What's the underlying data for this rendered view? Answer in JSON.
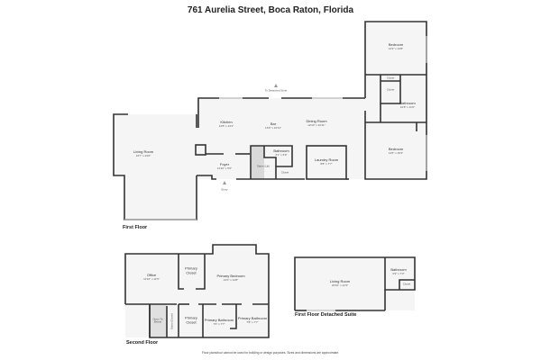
{
  "title": "761 Aurelia Street, Boca Raton, Florida",
  "first_floor": {
    "label": "First Floor",
    "rooms": [
      {
        "name": "Living Room",
        "dims": "16'7\" x 24'0\""
      },
      {
        "name": "Kitchen",
        "dims": "12'8\" x 13'1\""
      },
      {
        "name": "Bar",
        "dims": "16'6\" x 10'11\""
      },
      {
        "name": "Dining Room",
        "dims": "12'10\" x 16'11\""
      },
      {
        "name": "Foyer",
        "dims": "11'10\" x 5'6\""
      },
      {
        "name": "Bathroom",
        "dims": "6'1\" x 6'9\""
      },
      {
        "name": "Stairs (Up)",
        "dims": ""
      },
      {
        "name": "Closet",
        "dims": ""
      },
      {
        "name": "Laundry Room",
        "dims": "8'8\" x 7'7\""
      },
      {
        "name": "Bedroom",
        "dims": "14'3\" x 14'8\""
      },
      {
        "name": "Closet",
        "dims": ""
      },
      {
        "name": "Closet",
        "dims": ""
      },
      {
        "name": "Bathroom",
        "dims": "10'8\" x 11'0\""
      },
      {
        "name": "Bedroom",
        "dims": "14'5\" x 15'3\""
      }
    ],
    "entry": "Entry",
    "to_suite": "To Detached Suite"
  },
  "second_floor": {
    "label": "Second Floor",
    "rooms": [
      {
        "name": "Office",
        "dims": "11'10\" x 11'5\""
      },
      {
        "name": "Primary Closet",
        "dims": ""
      },
      {
        "name": "Primary Bedroom",
        "dims": "21'0\" x 14'8\""
      },
      {
        "name": "Open To Below",
        "dims": ""
      },
      {
        "name": "Stairs (Down)",
        "dims": ""
      },
      {
        "name": "Primary Closet",
        "dims": ""
      },
      {
        "name": "Primary Bathroom",
        "dims": "7'6\" x 7'7\""
      },
      {
        "name": "Primary Bathroom",
        "dims": "7'8\" x 7'7\""
      }
    ]
  },
  "detached_suite": {
    "label": "First Floor Detached Suite",
    "rooms": [
      {
        "name": "Living Room",
        "dims": "20'10\" x 12'3\""
      },
      {
        "name": "Bathroom",
        "dims": "6'9\" x 7'3\""
      },
      {
        "name": "Closet",
        "dims": ""
      }
    ]
  },
  "disclaimer": "Floor plans/tour cannot be used for building or design purposes. Sizes and dimensions are approximate.",
  "colors": {
    "wall": "#333333",
    "floor": "#f5f5f5",
    "stairs": "#d9d9d9"
  }
}
